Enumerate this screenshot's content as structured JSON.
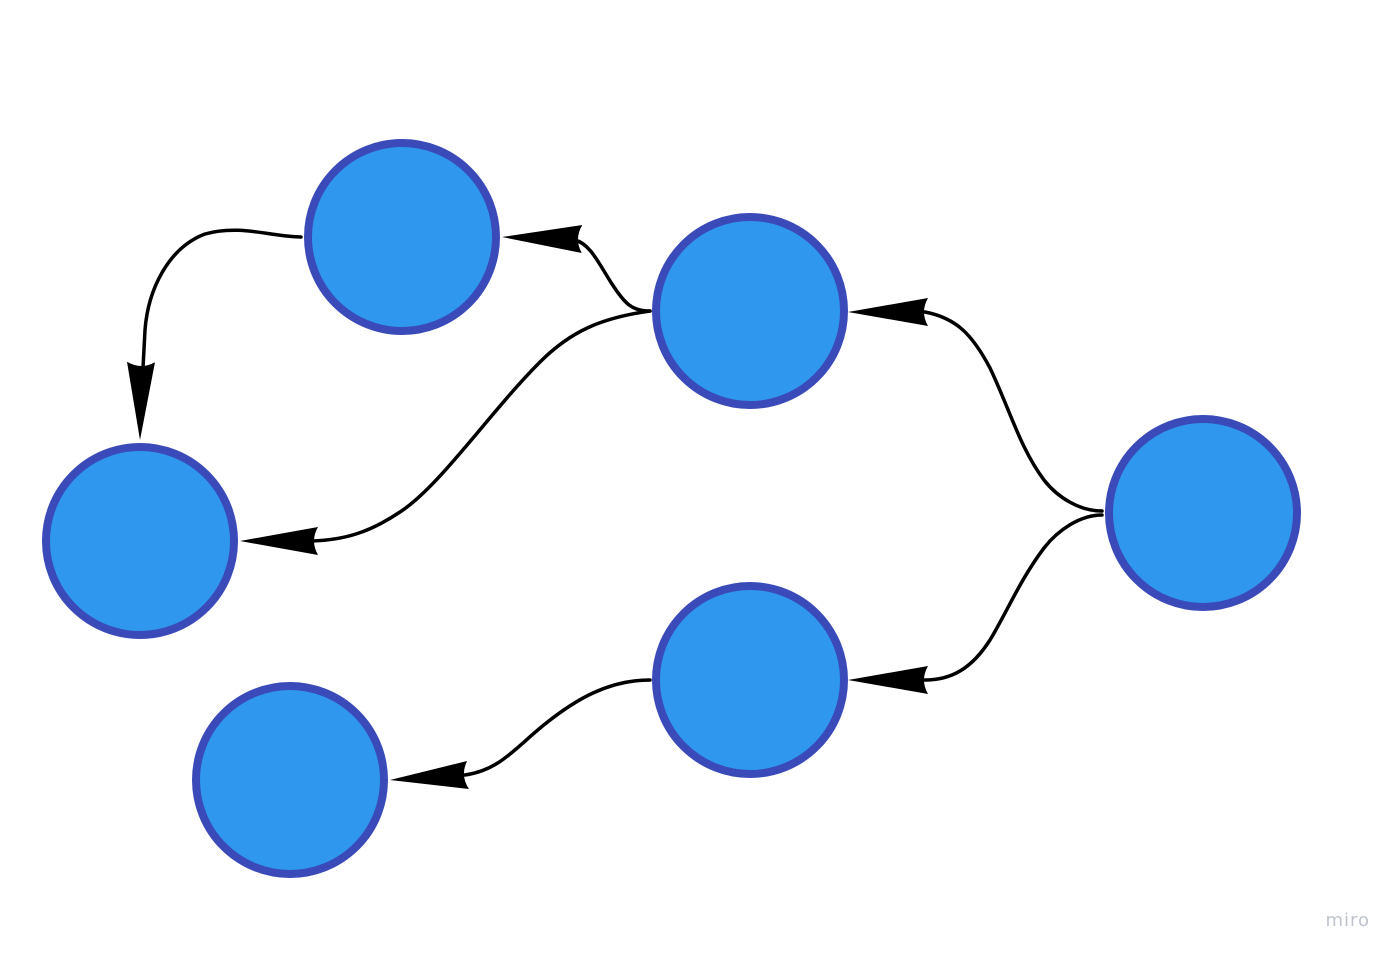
{
  "diagram": {
    "type": "directed-graph",
    "node_count": 6,
    "node_fill": "#2f98ee",
    "node_stroke": "#3a4ab8",
    "edge_color": "#000000",
    "nodes": [
      {
        "id": "n1",
        "label": ""
      },
      {
        "id": "n2",
        "label": ""
      },
      {
        "id": "n3",
        "label": ""
      },
      {
        "id": "n4",
        "label": ""
      },
      {
        "id": "n5",
        "label": ""
      },
      {
        "id": "n6",
        "label": ""
      }
    ],
    "edges": [
      {
        "from": "n6",
        "to": "n3"
      },
      {
        "from": "n6",
        "to": "n5"
      },
      {
        "from": "n3",
        "to": "n2"
      },
      {
        "from": "n3",
        "to": "n1"
      },
      {
        "from": "n2",
        "to": "n1"
      },
      {
        "from": "n5",
        "to": "n4"
      }
    ]
  },
  "watermark": {
    "text": "miro"
  }
}
